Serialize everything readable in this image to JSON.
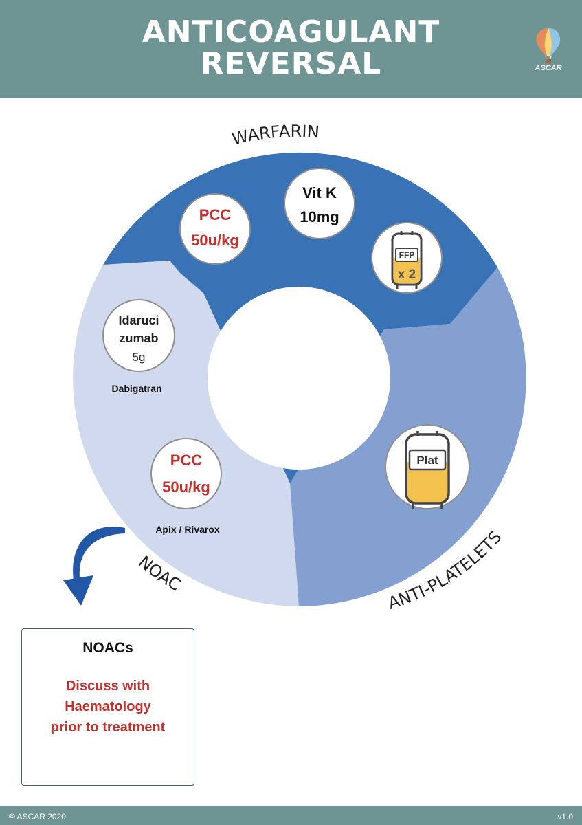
{
  "header": {
    "title_line1": "ANTICOAGULANT",
    "title_line2": "REVERSAL",
    "logo_text": "ASCAR"
  },
  "segments": {
    "warfarin": {
      "label": "WARFARIN",
      "color": "#3973b6"
    },
    "antiplatelets": {
      "label": "ANTI-PLATELETS",
      "color": "#84a0d0"
    },
    "noac": {
      "label": "NOAC",
      "color": "#d0d9ee"
    }
  },
  "warfarin_items": {
    "pcc": {
      "line1": "PCC",
      "line2": "50u/kg"
    },
    "vitk": {
      "line1": "Vit K",
      "line2": "10mg"
    },
    "ffp": {
      "label": "FFP",
      "multiplier": "x 2"
    }
  },
  "antiplatelet_items": {
    "plat": {
      "label": "Plat"
    }
  },
  "noac_items": {
    "idarucizumab": {
      "line1": "Idaruci",
      "line2": "zumab",
      "dose": "5g",
      "caption": "Dabigatran"
    },
    "pcc": {
      "line1": "PCC",
      "line2": "50u/kg",
      "caption": "Apix / Rivarox"
    }
  },
  "noac_box": {
    "title": "NOACs",
    "line1": "Discuss with",
    "line2": "Haematology",
    "line3": "prior to treatment"
  },
  "footer": {
    "copyright": "© ASCAR 2020",
    "version": "v1.0"
  },
  "colors": {
    "header_bg": "#6f9494",
    "dose_red": "#c5302b",
    "bag_yellow": "#f2c14e",
    "arrow_blue": "#2256a6"
  }
}
